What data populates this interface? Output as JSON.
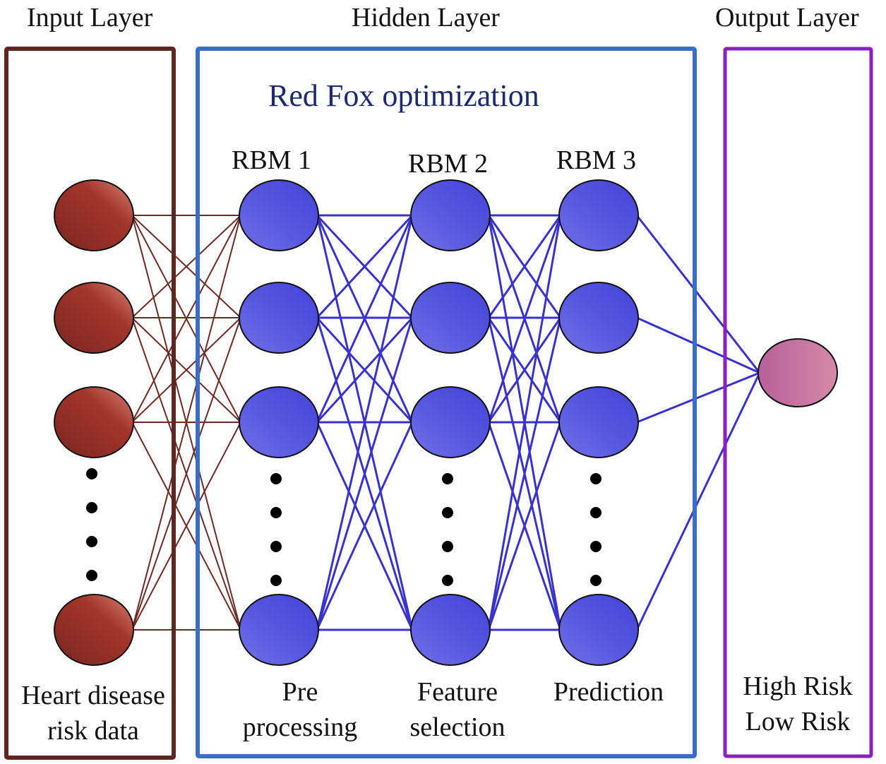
{
  "layers": {
    "input": {
      "title": "Input Layer",
      "caption_lines": [
        "Heart disease",
        "risk data"
      ],
      "frame_color": "#5e2621",
      "node_color": "#a3352c",
      "edge_color": "#6e2a24"
    },
    "hidden": {
      "title": "Hidden Layer",
      "optimizer_label": "Red Fox optimization",
      "frame_color": "#3a6cc9",
      "node_color": "#5656e0",
      "edge_color": "#3a32cc",
      "blocks": [
        {
          "name": "RBM 1",
          "caption_lines": [
            "Pre",
            "processing"
          ]
        },
        {
          "name": "RBM 2",
          "caption_lines": [
            "Feature",
            "selection"
          ]
        },
        {
          "name": "RBM 3",
          "caption_lines": [
            "Prediction"
          ]
        }
      ]
    },
    "output": {
      "title": "Output Layer",
      "caption_lines": [
        "High Risk",
        "Low Risk"
      ],
      "frame_color": "#8a1fc4",
      "node_color": "#c06a9c"
    }
  },
  "structure": {
    "visible_nodes_per_layer": 4,
    "ellipsis_dots": 4,
    "output_nodes": 1,
    "connectivity": "fully-connected"
  }
}
